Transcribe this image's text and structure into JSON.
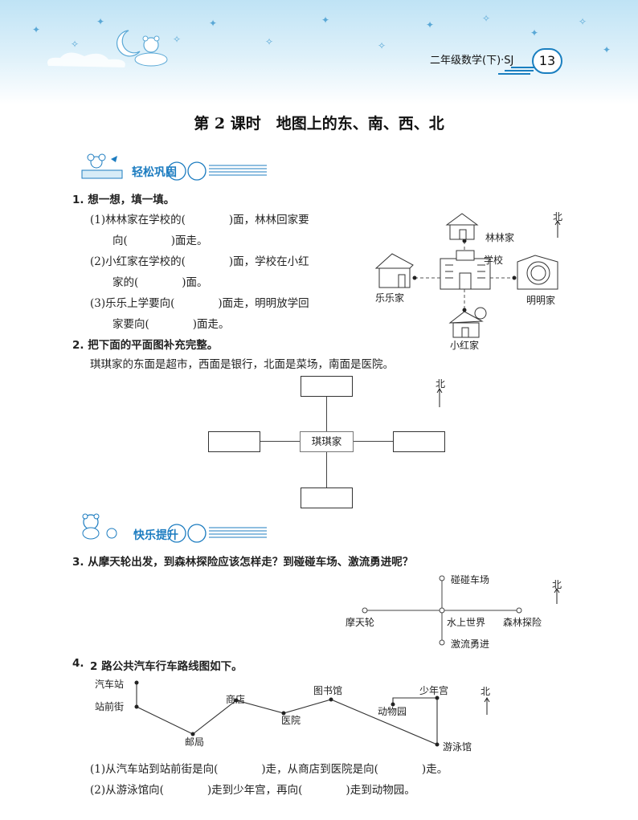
{
  "header": {
    "book_title": "二年级数学(下)·SJ",
    "page_number": "13"
  },
  "title": "第 2 课时　地图上的东、南、西、北",
  "sections": {
    "easy": "轻松巩固",
    "happy": "快乐提升"
  },
  "q1": {
    "heading": "1. 想一想，填一填。",
    "lines": [
      "(1)林林家在学校的(　　　　)面，林林回家要",
      "向(　　　　)面走。",
      "(2)小红家在学校的(　　　　)面，学校在小红",
      "家的(　　　　)面。",
      "(3)乐乐上学要向(　　　　)面走，明明放学回",
      "家要向(　　　　)面走。"
    ],
    "map": {
      "north": "北",
      "linlin": "林林家",
      "school": "学校",
      "lele": "乐乐家",
      "mingming": "明明家",
      "xiaohong": "小红家"
    }
  },
  "q2": {
    "heading": "2. 把下面的平面图补充完整。",
    "text": "琪琪家的东面是超市，西面是银行，北面是菜场，南面是医院。",
    "center": "琪琪家",
    "north": "北"
  },
  "q3": {
    "heading": "3. 从摩天轮出发，到森林探险应该怎样走？到碰碰车场、激流勇进呢？",
    "north": "北",
    "places": {
      "top": "碰碰车场",
      "left": "摩天轮",
      "center": "水上世界",
      "right": "森林探险",
      "bottom": "激流勇进"
    }
  },
  "q4": {
    "heading_num": "4.",
    "heading": "2 路公共汽车行车路线图如下。",
    "north": "北",
    "stops": {
      "qichezhan": "汽车站",
      "zhanqianjie": "站前街",
      "youju": "邮局",
      "shangdian": "商店",
      "yiyuan": "医院",
      "tushuguan": "图书馆",
      "dongwuyuan": "动物园",
      "shaoniangong": "少年宫",
      "youyongguan": "游泳馆"
    },
    "questions": [
      "(1)从汽车站到站前街是向(　　　　)走，从商店到医院是向(　　　　)走。",
      "(2)从游泳馆向(　　　　)走到少年宫，再向(　　　　)走到动物园。"
    ]
  },
  "colors": {
    "accent": "#1c7cc0",
    "sky": "#bfe3f5"
  }
}
